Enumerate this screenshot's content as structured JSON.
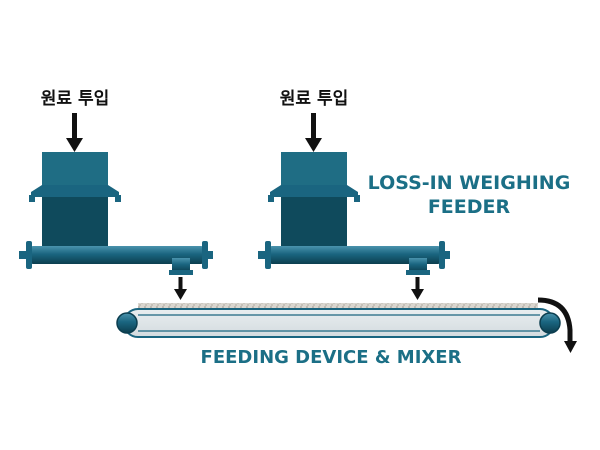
{
  "feeders": [
    {
      "input_label": "원료 투입"
    },
    {
      "input_label": "원료 투입"
    }
  ],
  "feeder_title": {
    "line1": "LOSS-IN WEIGHING",
    "line2": "FEEDER"
  },
  "conveyor_title": "FEEDING DEVICE & MIXER",
  "colors": {
    "hopper_top": "#1e6a80",
    "hopper_body": "#0f4a5c",
    "pipe": "#1a6580",
    "label_teal": "#1b6f86",
    "arrow": "#111111",
    "material": "#c8c4bc"
  }
}
